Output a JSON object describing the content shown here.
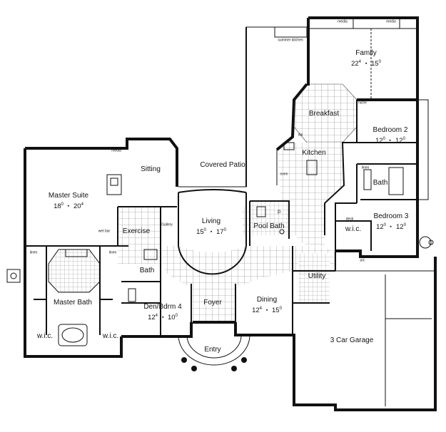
{
  "rooms": [
    {
      "id": "family",
      "name": "Family",
      "w": "22",
      "wi": "4",
      "l": "15",
      "li": "0"
    },
    {
      "id": "breakfast",
      "name": "Breakfast"
    },
    {
      "id": "bedroom2",
      "name": "Bedroom 2",
      "w": "12",
      "wi": "0",
      "l": "12",
      "li": "0"
    },
    {
      "id": "sitting",
      "name": "Sitting"
    },
    {
      "id": "covered-patio",
      "name": "Covered Patio"
    },
    {
      "id": "kitchen",
      "name": "Kitchen"
    },
    {
      "id": "bath2",
      "name": "Bath"
    },
    {
      "id": "master-suite",
      "name": "Master Suite",
      "w": "18",
      "wi": "0",
      "l": "20",
      "li": "4"
    },
    {
      "id": "living",
      "name": "Living",
      "w": "15",
      "wi": "0",
      "l": "17",
      "li": "0"
    },
    {
      "id": "pool-bath",
      "name": "Pool Bath"
    },
    {
      "id": "bedroom3",
      "name": "Bedroom 3",
      "w": "12",
      "wi": "0",
      "l": "12",
      "li": "0"
    },
    {
      "id": "wic3",
      "name": "w.i.c."
    },
    {
      "id": "exercise",
      "name": "Exercise"
    },
    {
      "id": "bath-center",
      "name": "Bath"
    },
    {
      "id": "utility",
      "name": "Utility"
    },
    {
      "id": "master-bath",
      "name": "Master Bath"
    },
    {
      "id": "den",
      "name": "Den/Bdrm 4",
      "w": "12",
      "wi": "4",
      "l": "10",
      "li": "0"
    },
    {
      "id": "foyer",
      "name": "Foyer"
    },
    {
      "id": "dining",
      "name": "Dining",
      "w": "12",
      "wi": "4",
      "l": "15",
      "li": "0"
    },
    {
      "id": "wic-left",
      "name": "w.i.c."
    },
    {
      "id": "wic-right",
      "name": "w.i.c."
    },
    {
      "id": "garage",
      "name": "3 Car Garage"
    },
    {
      "id": "entry",
      "name": "Entry"
    }
  ],
  "small_labels": [
    {
      "id": "summer-kitchen",
      "text": "summer kitchen"
    },
    {
      "id": "media-left",
      "text": "media"
    },
    {
      "id": "media-right",
      "text": "media"
    },
    {
      "id": "media-suite",
      "text": "media"
    },
    {
      "id": "niche",
      "text": "niche"
    },
    {
      "id": "dw",
      "text": "dw"
    },
    {
      "id": "oven",
      "text": "oven"
    },
    {
      "id": "linen-l",
      "text": "linen"
    },
    {
      "id": "linen-r",
      "text": "linen"
    },
    {
      "id": "linen-3",
      "text": "linen"
    },
    {
      "id": "wet-bar",
      "text": "wet bar"
    },
    {
      "id": "gallery",
      "text": "Gallery"
    },
    {
      "id": "pantry",
      "text": "p."
    },
    {
      "id": "ac",
      "text": "a/c"
    },
    {
      "id": "desk",
      "text": "desk"
    }
  ]
}
